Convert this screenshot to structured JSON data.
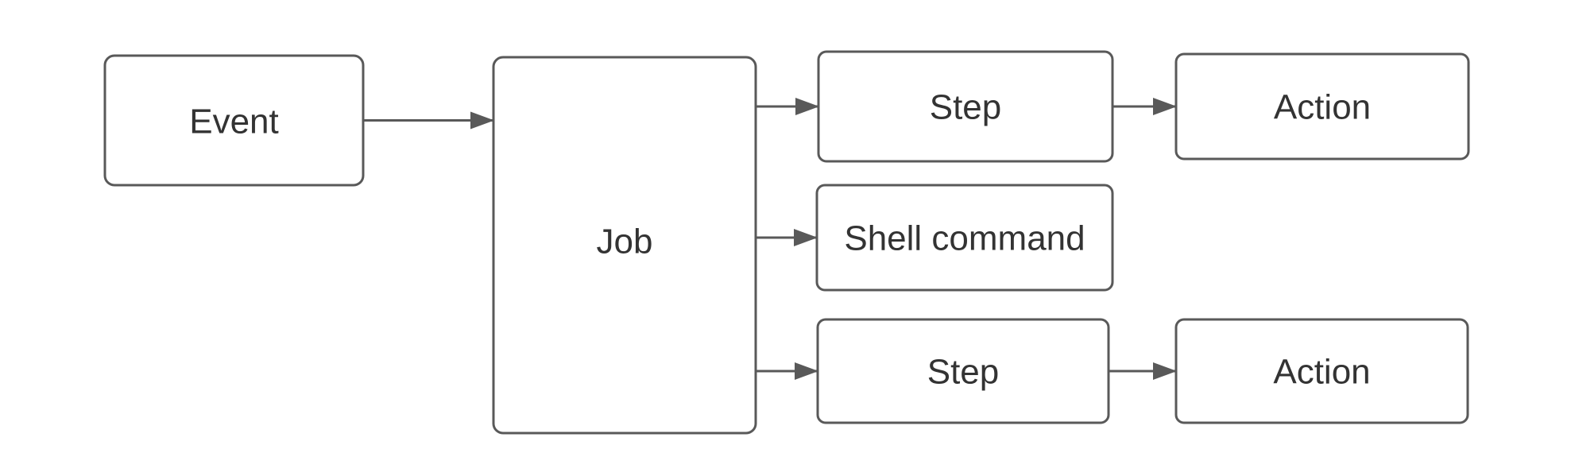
{
  "diagram": {
    "background": "#ffffff",
    "node_fill": "#ffffff",
    "stroke_color": "#595959",
    "text_color": "#333333",
    "nodes": [
      {
        "id": "event",
        "label": "Event"
      },
      {
        "id": "job",
        "label": "Job"
      },
      {
        "id": "step-1",
        "label": "Step"
      },
      {
        "id": "action-1",
        "label": "Action"
      },
      {
        "id": "shell-command",
        "label": "Shell command"
      },
      {
        "id": "step-2",
        "label": "Step"
      },
      {
        "id": "action-2",
        "label": "Action"
      }
    ],
    "edges": [
      {
        "from": "event",
        "to": "job"
      },
      {
        "from": "job",
        "to": "step-1"
      },
      {
        "from": "job",
        "to": "shell-command"
      },
      {
        "from": "job",
        "to": "step-2"
      },
      {
        "from": "step-1",
        "to": "action-1"
      },
      {
        "from": "step-2",
        "to": "action-2"
      }
    ]
  }
}
